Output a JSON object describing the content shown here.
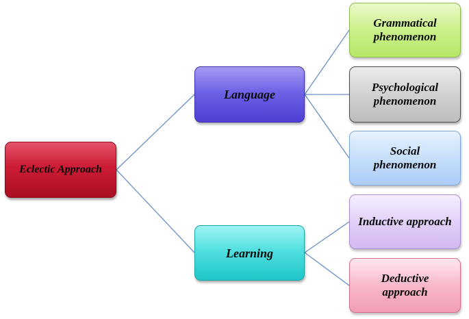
{
  "diagram": {
    "root": {
      "label": "Eclectic Approach"
    },
    "branches": [
      {
        "label": "Language",
        "children": [
          {
            "label": "Grammatical\nphenomenon"
          },
          {
            "label": "Psychological\nphenomenon"
          },
          {
            "label": "Social\nphenomenon"
          }
        ]
      },
      {
        "label": "Learning",
        "children": [
          {
            "label": "Inductive approach"
          },
          {
            "label": "Deductive\napproach"
          }
        ]
      }
    ],
    "colors": {
      "root": "#cc1c35",
      "language": "#6e63e6",
      "learning": "#52dfe0",
      "grammatical": "#c8ef86",
      "psychological": "#cfcfcf",
      "social": "#c3ddfb",
      "inductive": "#e1cdf7",
      "deductive": "#f7b5c7",
      "connector": "#6a8fc7"
    }
  }
}
